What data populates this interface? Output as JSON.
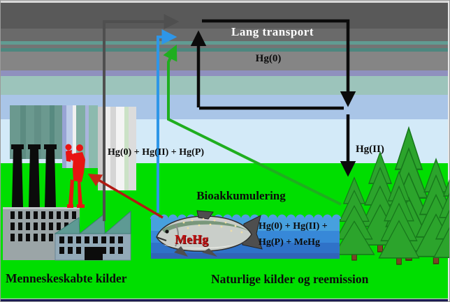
{
  "labels": {
    "long_transport": "Lang transport",
    "hg0_atmosphere": "Hg(0)",
    "emission_species": "Hg(0) + Hg(II) + Hg(P)",
    "deposition_species": "Hg(II)",
    "bioaccumulation": "Bioakkumulering",
    "water_species_line1": "Hg(0) + Hg(II) +",
    "water_species_line2": "Hg(P) + MeHg",
    "fish_label": "MeHg",
    "anthropogenic_sources": "Menneskeskabte kilder",
    "natural_sources": "Naturlige kilder og reemission"
  },
  "colors": {
    "grass_green": "#00DE00",
    "sky_dark_gray": "#595959",
    "sky_light_blue": "#D3EAF8",
    "water_surface_blue": "#4F9EE0",
    "water_deep_blue": "#3064B8",
    "black_transport_arrow": "#0B0B0B",
    "gray_emission_arrow": "#4F4F4F",
    "blue_evasion_arrow": "#2E96E8",
    "green_reemission_arrow": "#1FAE1F",
    "red_exposure_arrow": "#B51A12",
    "mehg_text_red": "#C21010",
    "long_transport_text": "#FFFFFF"
  },
  "scene_icons": [
    "factory-icon",
    "smokestack-icon",
    "city-skyline-icon",
    "human-figure-icon",
    "fish-icon",
    "lake-icon",
    "pine-tree-icon"
  ],
  "arrows": [
    {
      "name": "gray-emission-arrow",
      "color": "#4F4F4F"
    },
    {
      "name": "blue-evasion-arrow",
      "color": "#2E96E8"
    },
    {
      "name": "green-reemission-arrow",
      "color": "#1FAE1F"
    },
    {
      "name": "black-transport-loop",
      "color": "#0B0B0B"
    },
    {
      "name": "black-deposition-arrow",
      "color": "#0B0B0B"
    },
    {
      "name": "red-exposure-arrow",
      "color": "#B51A12"
    }
  ]
}
